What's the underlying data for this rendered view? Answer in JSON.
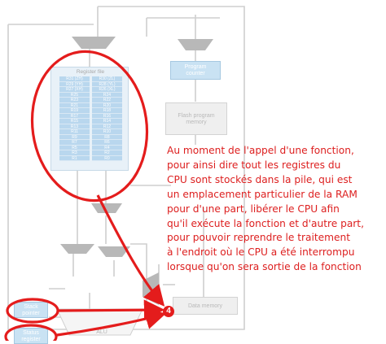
{
  "diagram": {
    "register_file": {
      "title": "Register file",
      "left_column": [
        "R31 (ZH)",
        "R29 (YH)",
        "R27 (XH)",
        "R25",
        "R23",
        "R21",
        "R19",
        "R17",
        "R15",
        "R13",
        "R11",
        "R9",
        "R7",
        "R5",
        "R3",
        "R1"
      ],
      "right_column": [
        "R30 (ZL)",
        "R28 (YL)",
        "R26 (XL)",
        "R24",
        "R22",
        "R20",
        "R18",
        "R16",
        "R14",
        "R12",
        "R10",
        "R8",
        "R6",
        "R4",
        "R2",
        "R0"
      ]
    },
    "program_counter": {
      "line1": "Program",
      "line2": "counter"
    },
    "flash_memory": {
      "line1": "Flash program",
      "line2": "memory"
    },
    "data_memory": {
      "label": "Data memory"
    },
    "stack_pointer": {
      "line1": "Stack",
      "line2": "pointer"
    },
    "status_register": {
      "line1": "Status",
      "line2": "register"
    },
    "alu": {
      "label": "ALU"
    },
    "step_marker": "4",
    "colors": {
      "annotation": "#e41c1c",
      "highlight_box": "#c9e2f3",
      "inactive": "#d3d3d3"
    }
  },
  "annotation": {
    "lines": [
      "Au moment de l'appel d'une fonction,",
      "pour ainsi dire tout les registres du",
      "CPU sont stockés dans la pile, qui est",
      "un emplacement particulier de la RAM",
      "pour d'une part, libérer le CPU afin",
      "qu'il exécute la fonction et d'autre part,",
      "pour pouvoir reprendre le traitement",
      "à l'endroit où le CPU a été interrompu",
      "lorsque qu'on sera sortie de la fonction"
    ]
  }
}
